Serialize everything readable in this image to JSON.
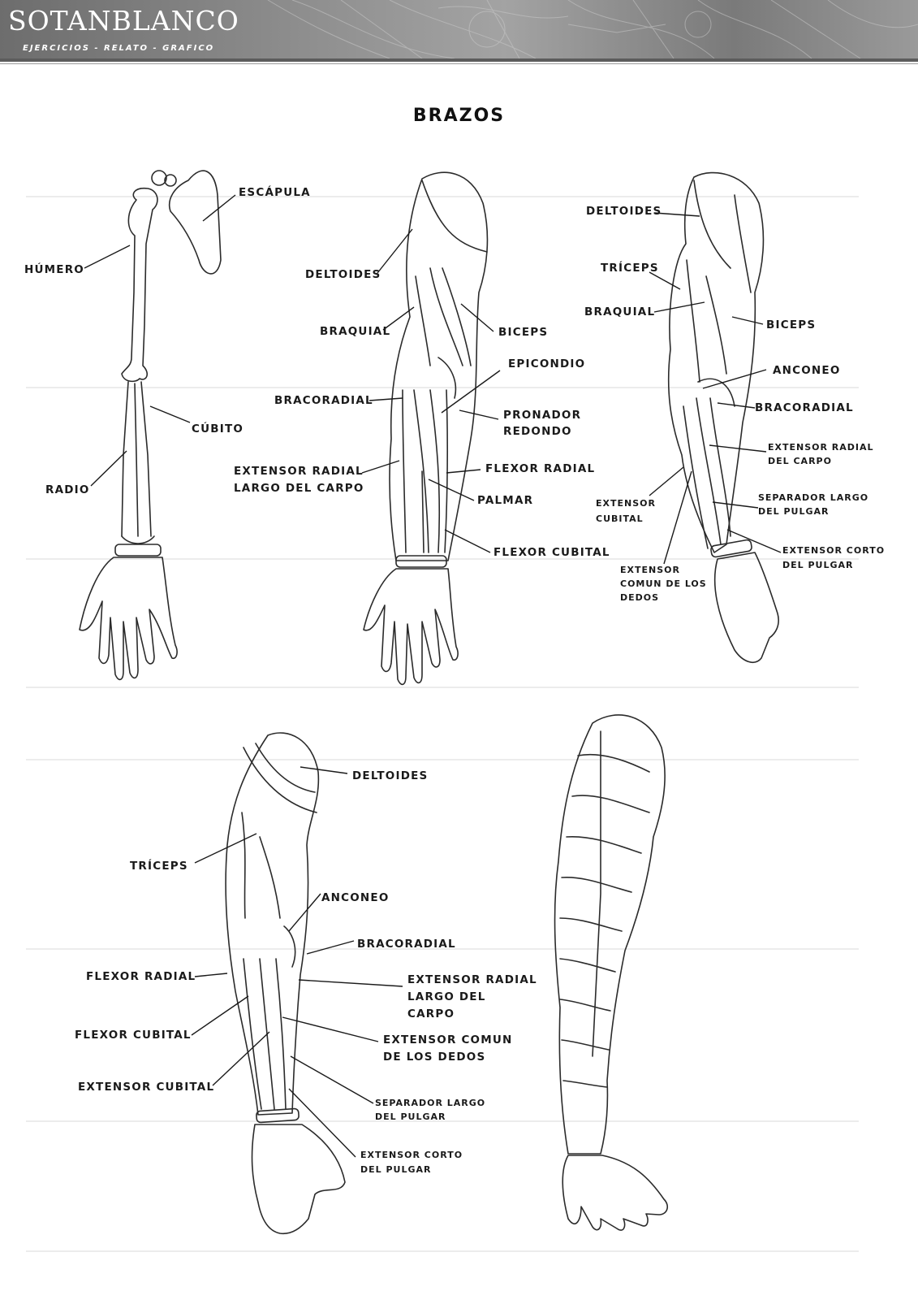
{
  "header": {
    "logo": "SOTANBLANCO",
    "tagline": "EJERCICIOS - RELATO - GRAFICO"
  },
  "title": "BRAZOS",
  "labels": {
    "escapula": "ESCÁPULA",
    "humero": "HÚMERO",
    "cubito": "CÚBITO",
    "radio": "RADIO",
    "a2_deltoides": "DELTOIDES",
    "a2_braquial": "BRAQUIAL",
    "a2_biceps": "BICEPS",
    "a2_epicondio": "EPICONDIO",
    "a2_bracoradial": "BRACORADIAL",
    "a2_pronador_1": "PRONADOR",
    "a2_pronador_2": "REDONDO",
    "a2_ext_radial_1": "EXTENSOR RADIAL",
    "a2_ext_radial_2": "LARGO DEL CARPO",
    "a2_flexor_radial": "FLEXOR RADIAL",
    "a2_palmar": "PALMAR",
    "a2_flexor_cubital": "FLEXOR CUBITAL",
    "a3_deltoides": "DELTOIDES",
    "a3_triceps": "TRÍCEPS",
    "a3_braquial": "BRAQUIAL",
    "a3_biceps": "BICEPS",
    "a3_anconeo": "ANCONEO",
    "a3_bracoradial": "BRACORADIAL",
    "a3_ext_radial_carpo_1": "EXTENSOR RADIAL",
    "a3_ext_radial_carpo_2": "DEL CARPO",
    "a3_ext_cubital_1": "EXTENSOR",
    "a3_ext_cubital_2": "CUBITAL",
    "a3_separador_1": "SEPARADOR LARGO",
    "a3_separador_2": "DEL PULGAR",
    "a3_ext_corto_1": "EXTENSOR CORTO",
    "a3_ext_corto_2": "DEL PULGAR",
    "a3_ext_comun_1": "EXTENSOR",
    "a3_ext_comun_2": "COMUN DE LOS",
    "a3_ext_comun_3": "DEDOS",
    "a4_deltoides": "DELTOIDES",
    "a4_triceps": "TRÍCEPS",
    "a4_anconeo": "ANCONEO",
    "a4_bracoradial": "BRACORADIAL",
    "a4_flexor_radial": "FLEXOR RADIAL",
    "a4_ext_radial_1": "EXTENSOR RADIAL",
    "a4_ext_radial_2": "LARGO DEL",
    "a4_ext_radial_3": "CARPO",
    "a4_flexor_cubital": "FLEXOR CUBITAL",
    "a4_ext_comun_1": "EXTENSOR COMUN",
    "a4_ext_comun_2": "DE LOS DEDOS",
    "a4_ext_cubital": "EXTENSOR CUBITAL",
    "a4_separador_1": "SEPARADOR LARGO",
    "a4_separador_2": "DEL PULGAR",
    "a4_ext_corto_1": "EXTENSOR CORTO",
    "a4_ext_corto_2": "DEL PULGAR"
  }
}
